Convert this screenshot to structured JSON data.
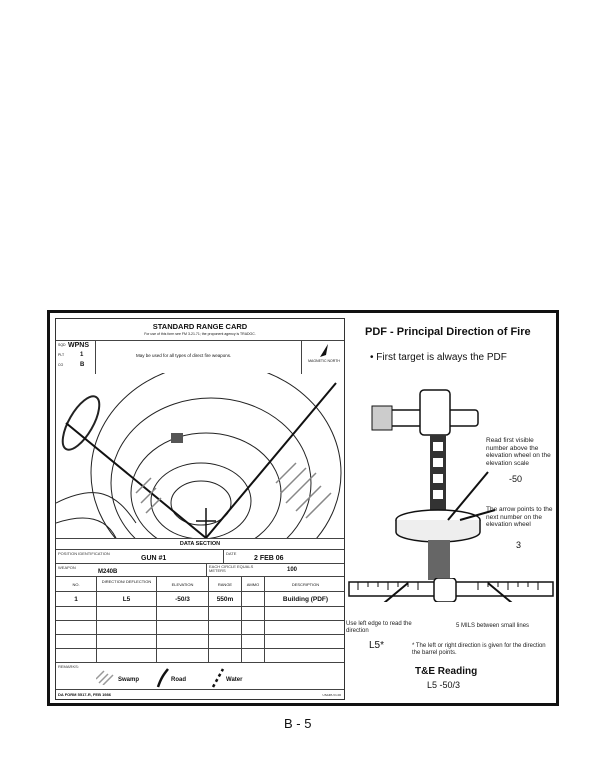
{
  "card": {
    "title": "STANDARD RANGE CARD",
    "subtitle": "For use of this form see FM 3-21.71; the proponent agency is TRADOC.",
    "sqd_label": "SQD",
    "sqd": "WPNS",
    "plt_label": "PLT",
    "plt": "1",
    "co_label": "CO",
    "co": "B",
    "usage": "May be used for all types of direct fire weapons.",
    "north": "MAGNETIC NORTH",
    "data_section": "DATA SECTION",
    "position_label": "POSITION IDENTIFICATION",
    "position": "GUN #1",
    "date_label": "DATE",
    "date": "2 FEB 06",
    "weapon_label": "WEAPON",
    "weapon": "M240B",
    "circle_label": "EACH CIRCLE EQUALS METERS",
    "circle": "100",
    "columns": [
      "NO.",
      "DIRECTION/ DEFLECTION",
      "ELEVATION",
      "RANGE",
      "AMMO",
      "DESCRIPTION"
    ],
    "rows": [
      [
        "1",
        "L5",
        "-50/3",
        "550m",
        "",
        "Building (PDF)"
      ]
    ],
    "remarks_label": "REMARKS:",
    "legend": [
      "Swamp",
      "Road",
      "Water"
    ],
    "form_id": "DA FORM 5517-R, FEB 1986",
    "form_code": "USAPA V1.00"
  },
  "panel": {
    "title": "PDF - Principal Direction of Fire",
    "bullet": "First target is always the PDF",
    "note1": "Read first visible number above the elevation wheel on the elevation scale",
    "note1_value": "-50",
    "note2": "The arrow points to the next number on the elevation wheel",
    "note2_value": "3",
    "note3": "Use left edge to read the direction",
    "note3_value": "L5*",
    "note4": "5 MILS between small lines",
    "footnote": "* The left or right direction is given for the direction the barrel points.",
    "reading_title": "T&E Reading",
    "reading_value": "L5 -50/3"
  },
  "page_number": "B - 5"
}
